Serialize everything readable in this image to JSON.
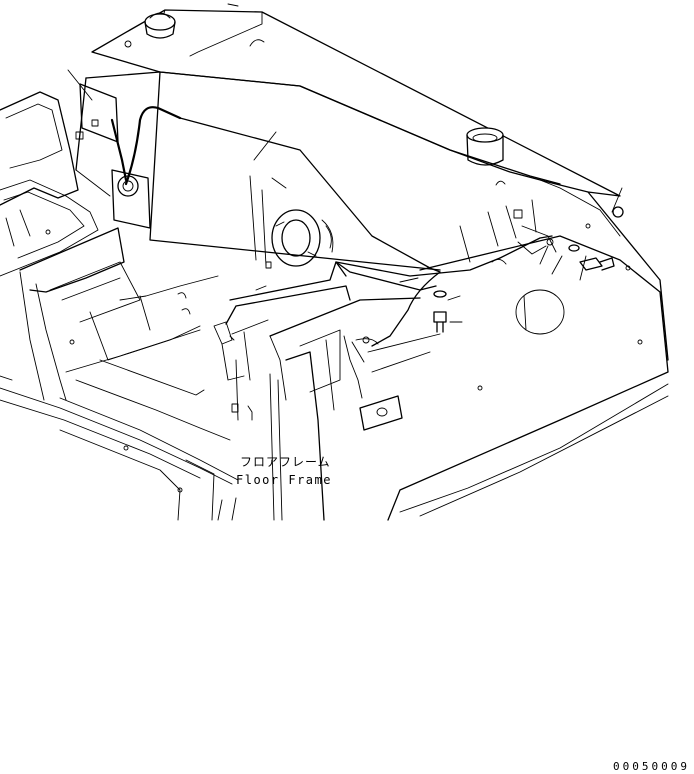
{
  "labels": {
    "floor_frame_jp": "フロアフレーム",
    "floor_frame_en": "Floor Frame"
  },
  "document_number": "00050009"
}
